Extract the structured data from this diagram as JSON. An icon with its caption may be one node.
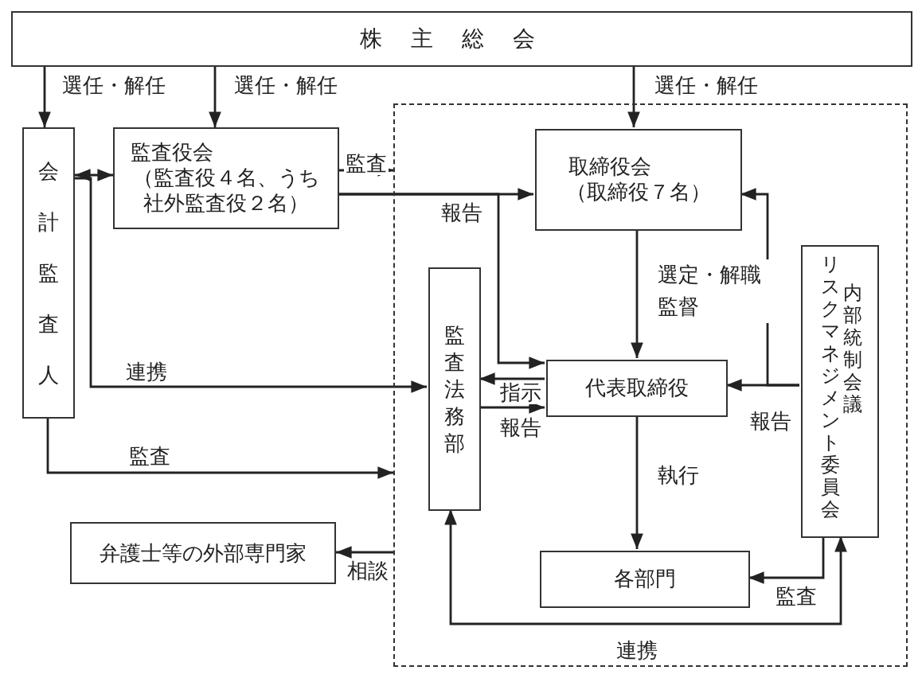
{
  "diagram": {
    "nodes": [
      {
        "text": [
          "株主総会"
        ]
      },
      {
        "text": [
          "会計監査人"
        ]
      },
      {
        "text": [
          "監査役会",
          "（監査役４名、うち社外監査役２名）"
        ]
      },
      {
        "text": [],
        "shape": "box"
      },
      {
        "text": [
          "取締役会",
          "（取締役７名）"
        ],
        "in": 3
      },
      {
        "text": [
          "監査法務部"
        ],
        "in": 3
      },
      {
        "text": [
          "代表取締役"
        ],
        "in": 3
      },
      {
        "text": [
          "リスクマネジメント委員会",
          "内部統制会議"
        ],
        "in": 3
      },
      {
        "text": [
          "各部門"
        ],
        "in": 3
      },
      {
        "text": [
          "弁護士等の外部専門家"
        ]
      }
    ],
    "edges": [
      {
        "from": 0,
        "to": 1,
        "arrow": "to",
        "label": "選任・解任"
      },
      {
        "from": 0,
        "to": 2,
        "arrow": "to",
        "label": "選任・解任"
      },
      {
        "from": 0,
        "to": 4,
        "arrow": "to",
        "label": "選任・解任"
      },
      {
        "from": 1,
        "to": 2,
        "arrow": "both"
      },
      {
        "from": 1,
        "to": 5,
        "arrow": "to",
        "label": "連携"
      },
      {
        "from": 1,
        "to": 3,
        "arrow": "to",
        "label": "監査"
      },
      {
        "from": 2,
        "to": 3,
        "arrow": "to",
        "label": "監査"
      },
      {
        "from": 2,
        "to": 4,
        "arrow": "to",
        "label": "報告"
      },
      {
        "from": 2,
        "to": 6,
        "arrow": "to"
      },
      {
        "from": 4,
        "to": 6,
        "arrow": "to",
        "label": "選定・解職監督"
      },
      {
        "from": 6,
        "to": 5,
        "arrow": "to",
        "label": "指示"
      },
      {
        "from": 5,
        "to": 6,
        "arrow": "to",
        "label": "報告"
      },
      {
        "from": 7,
        "to": 4,
        "arrow": "to"
      },
      {
        "from": 7,
        "to": 6,
        "arrow": "to",
        "label": "報告"
      },
      {
        "from": 6,
        "to": 8,
        "arrow": "to",
        "label": "執行"
      },
      {
        "from": 7,
        "to": 8,
        "arrow": "to",
        "label": "監査"
      },
      {
        "from": 5,
        "to": 7,
        "arrow": "both",
        "label": "連携"
      },
      {
        "from": 3,
        "to": 9,
        "arrow": "to",
        "label": "相談"
      }
    ]
  }
}
